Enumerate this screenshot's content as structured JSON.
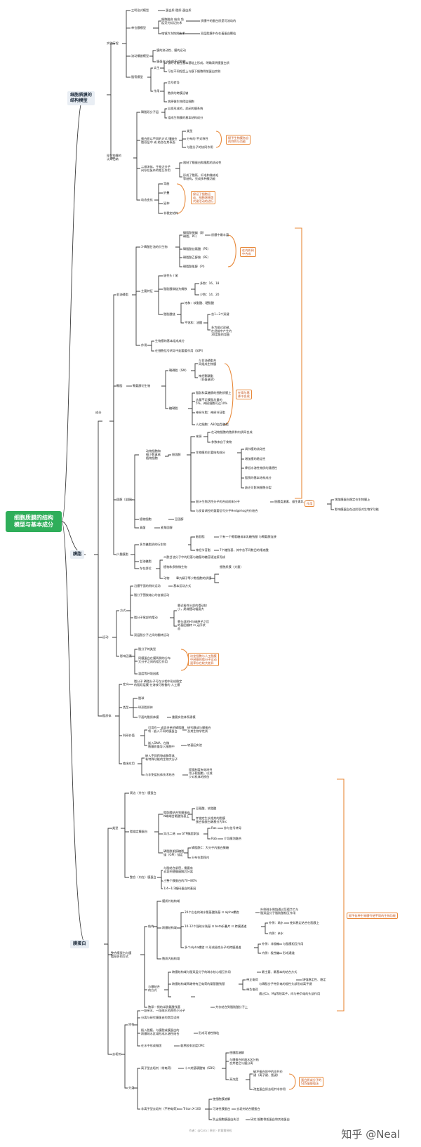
{
  "root": "细胞质膜的结构\n模型与基本成分",
  "sections": {
    "model": "细胞质膜的\n结构模型",
    "lipid": "膜脂",
    "protein": "膜蛋白"
  },
  "model": {
    "history": "实验历程",
    "h1": "三明治式模型",
    "h1a": "蛋白质-脂质-蛋白质",
    "h2": "单位膜模型",
    "h2a": "细胞融合 结合 免\n疫荧光标记技术",
    "h2a1": "质膜中的蛋白质是可流动的",
    "h2b": "电镜冷冻蚀刻技术",
    "h2b1": "双层脂膜中存在着蛋白颗粒",
    "h3": "流动镶嵌模型",
    "h3a": "膜的流动性、膜的运动",
    "h3b": "膜蛋白分布的不对称性",
    "h4": "脂筏模型",
    "h4a": "实生",
    "h4a1": "该时可能在基本基础上形成，明确表明膜蛋白质",
    "h4a2": "可在不同程度上与膜下细胞骨架蛋白交联",
    "h4b": "作用",
    "h4b1": "信号转导",
    "h4b2": "胞质的跨膜运输",
    "h4b3": "病原微生物侵染细胞",
    "current": "现生物膜的\n认知归纳",
    "c1": "磷脂双分子层",
    "c1a": "自发形成的，封闭的膜系统",
    "c1b": "组成生物膜的基本结构成分",
    "c2": "蛋白质以不同的方式 镶嵌在\n脂双层中 或 结合在其表面",
    "c2a": "类型",
    "c2b": "分布的 不对称性",
    "c2c": "与脂分子的协同作用",
    "c2note": "赋予生物膜各自\n的特性与功能",
    "c3": "二维流体，生物大分子\n间存在复杂的相互作用",
    "c3a": "限制了膜蛋白和膜脂的流动性",
    "c3b": "形成了脂筏、纤毛和微绒毛\n等结构，完成多种膜功能",
    "c4": "动态变化",
    "c4a": "弯曲",
    "c4b": "折叠",
    "c4c": "延伸",
    "c4d": "非稳定结构",
    "c4note": "保证了细胞运\n动、细胞增殖等\n代谢活动的进行"
  },
  "lipid": {
    "comp": "成分",
    "gp": "甘油磷脂",
    "gp1": "3-磷酸甘油的衍生物",
    "gp1a": "磷脂酰胆碱（卵\n磷脂，PC）",
    "gp1a1": "质膜中最丰富",
    "gp1b": "磷脂酰丝氨酸（PS）",
    "gp1c": "磷脂酰乙醇胺（PE）",
    "gp1d": "磷脂酰肌醇（PI）",
    "gp1note": "在内质网\n中合成",
    "gp2": "主要特征",
    "gp2a": "极性头 / 尾",
    "gp2b": "脂肪酸碳链为偶数",
    "gp2b1": "多数：16、18",
    "gp2b2": "少数：14、20",
    "gp2c": "脂肪酸链",
    "gp2c1": "饱和：软脂酸、硬脂酸",
    "gp2c2": "不饱和：油酸",
    "gp2c2a": "含1~2个双键",
    "gp2c2b": "多为顺式双键，\n在烃链中产生约\n30度角的弯曲",
    "gp3": "作用",
    "gp3a": "生物膜的基本组成成分",
    "gp3b": "在细胞信号转导中起重要作用（如PI）",
    "sp": "鞘脂",
    "sp1": "鞘氨醇衍生物",
    "sp1a": "鞘磷脂（SM）",
    "sp1a1": "与甘油磷脂共\n同组成生物膜",
    "sp1a2": "神经鞘磷脂\n（非蛋基质）",
    "sp1b": "糖鞘脂",
    "sp1b1": "脂肪和某糖醇的细胞质膜上",
    "sp1b2": "含量不足膜脂总量的\n5%，神经细胞可达10%",
    "sp1b3": "神经节脂：神经节苷脂",
    "sp1b4": "人红细胞：ABO血型糖脂",
    "spnote": "在高尔基\n体中合成",
    "ch": "固醇（甾醇）",
    "ch1": "动物细胞和\n微少数真核\n植物细胞",
    "ch1a": "胆固醇",
    "ch1a1": "来源",
    "ch1a1a": "在动物细胞的胞质和内质网合成",
    "ch1a1b": "参数来自于食物",
    "ch1a2": "生物膜的主要结构成分",
    "ch1a2a": "调节膜的流动性",
    "ch1a2b": "增加膜的稳定性",
    "ch1a2c": "降低水溶性物质的通透性",
    "ch1a2d": "脂筏的基本结构成分",
    "ch1a2e": "缺乏可影响细胞分裂",
    "ch1a3": "胆汁生物活性分子的合成前体分子",
    "ch1a3a": "胆酸类激素、维生素D、胆酸",
    "ch1a4": "与发育调控的重要信号分子Hedgehog共价结合",
    "ch2": "植物细胞",
    "ch2a": "豆固醇",
    "ch3": "真菌",
    "ch3a": "麦角固醇",
    "chnote": "作用",
    "chn1": "增加膜蛋白稳定在生物膜上",
    "chn2": "影响膜蛋白在边阶段对生物学功能",
    "mp": "少量膜脂",
    "mp1": "多为糖脂质的衍生物",
    "mp1a": "脑苷脂",
    "mp1a1": "只有一个葡萄糖或半乳糖残基 与鞘氨醇连接",
    "mp1b": "神经节苷脂",
    "mp1b1": "7个糖残基，其中含不同数目的唾液酸",
    "mp2": "甘油糖脂",
    "mp2a": "二酰甘油分子中的羟基与糖基的糖苷键连接而成",
    "mp3": "存在部位",
    "mp3a": "植物和多数微生物",
    "mp3a1": "细胞质膜（大量）",
    "mp3b": "动物",
    "mp3b1": "睾丸精子等少数细胞的质膜",
    "mv": "运动",
    "mv1": "方式",
    "mv1a": "沿膜平面的侧向运动",
    "mv1a1": "基本运动方式",
    "mv1b": "脂分子围绕轴心的自旋运动",
    "mv1c": "脂分子尾部的摆动",
    "mv1c1": "靠近极性头部的摆动较\n小，尾端摆动幅度大",
    "mv1c2": "靠头部的H与碳原子之后\n的基团翻转 ⊡ 无序状\n态",
    "mv1d": "双层脂分子之间的翻转运动",
    "mv2": "影响因素",
    "mv2a": "脂分子的类型",
    "mv2b": "同膜蛋白在膜两侧的分布\n大分子之间的相互作用",
    "mv2c": "温度等环境因素",
    "mvnote": "决定细胞与人工脂膜\n中经膜的脂分子运动\n速率存在较大差异",
    "lip": "脂质体",
    "lip1": "定义",
    "lip1a": "脂分子 磷脂分子可在水相中形成稳定\n的脂双层膜 在溶液可制备的 人工膜",
    "lip2": "类型",
    "lip2a": "脂球",
    "lip2b": "球形脂质体",
    "lip2c": "平面的脂质体膜",
    "lip2c1": "重要实验体系建模",
    "lip3": "科研价值",
    "lip3a": "可用作一 或混合单的磷脂膜\n将 · 嵌入不同的膜蛋白",
    "lip3a1": "研究膜或与膜蛋白\n及其生物学性质",
    "lip3b": "嵌入DNA、在微\n胞膜质量导入细胞中",
    "lip3b1": "转基因实验",
    "lip4": "临床应用",
    "lip4a": "嵌入不同药物或酶等具\n有特殊功能的生物大分子",
    "lip4b": "与非免疫抗体技术结合",
    "lip4b1": "提高制度有效地性\n用于靶细胞，以减\n少对机体的损伤"
  },
  "protein": {
    "type": "类型",
    "t1": "周边（外在）膜蛋白",
    "t2": "脂锚定膜蛋白",
    "t2a": "脂肪酸结合到膜蛋白\nN端端甘氨酸残基上",
    "t2a1": "豆蔻酸、软脂酸",
    "t2a2": "并锚定生长相关的脂膜\n蛋白锚蛋白端基分为Src",
    "t2b": "异戊二烯",
    "t2b1": "GTP酶超家族",
    "t2b1a": "Ras",
    "t2b1a1": "参与信号转导",
    "t2b1b": "Rab",
    "t2b1b1": "介导膜泡融合",
    "t2c": "磷脂酰肌醇糖脂\n锚（GPI）锚定",
    "t2c1": "磷脂酰C：大分子内蛋白聚糖",
    "t2c2": "分布在脂筏内",
    "t3": "整合（内在）膜蛋白",
    "t3a": "与脂结合紧密，需要有\n去垢剂使膜崩解后分离",
    "t3b": "占整个膜蛋白的70~80%",
    "t3c": "1/4~1/3编码蛋白的基因",
    "integ": "整合膜蛋白与膜\n脂结合的方式",
    "s1": "结构",
    "s1a": "膜质外结构域",
    "s1b": "跨膜结构域",
    "s1b1": "20个左右的疏水氨基酸残基 ⊡ alpha螺旋",
    "s1b1a": "外侧疏水侧链通过范德华力与\n脂双层分子脂肪酸相互作用",
    "s1b2": "10-12个强疏水残基 ⊡ beta折叠片 ⊡ 跨膜通道",
    "s1b2a": "外侧：疏水",
    "s1b2a1": "使其稳定结合在脂膜上",
    "s1b2b": "内侧：亲水",
    "s1b3": "多个alpha螺旋 ⊡ 形成极性分子的跨膜通道",
    "s1b3a": "外侧：非极性",
    "s1b3a1": "与脂膜相互作用",
    "s1b3b": "内侧：极性链",
    "s1b3b1": "形成通道",
    "s1c": "胞质内结构域",
    "s2": "与膜结合\n的方式",
    "s2a": "跨膜结构域与脂双层分子的疏水核心相互作用",
    "s2a1": "最主要、最基本的结合方式",
    "s2b": "跨膜结构域两端带有正电荷的氨基酸残基",
    "s2b1": "带正电荷",
    "s2b1a": "与磷脂分子带负电的极性头部形成离子键",
    "s2b1b": "增强稳定性、稳定",
    "s2b2": "带负电荷",
    "s2b2a": "通过Ca、Mg等阳离子，间与带负电的头部作用",
    "s3": "胞浆一侧的半胱氨酸残基",
    "s3a": "共价结合到脂肪酸分子上",
    "remove": "去垢剂",
    "r1": "特性",
    "r1a": "一段亲水、一段疏水的两性小分子",
    "r1b": "分离与研究膜蛋白的常用试剂",
    "r1c": "插入脂膜，与膜脂或膜蛋白的\n跨膜疏水区域形成水溶性结合",
    "r1c1": "形成可溶性微粒",
    "r1d": "在水中形成微团",
    "r1d1": "临界胶束浓度CMC",
    "r2": "分类",
    "r2a": "离子型去垢剂（带电荷）",
    "r2a1": "十二烷基磺酸钠（SDS）",
    "r2a1a": "使膜脂溶解",
    "r2a1b": "与膜蛋白的疏水区分结\n合并使之与膜分离",
    "r2a1c": "高浓度",
    "r2a1c1": "破坏蛋白质中的非共价\n键（离子键、氢键）",
    "r2a1c2": "改变蛋白质去垢并非作用",
    "r2note": "蛋白质或分子的\nSDS凝胶电泳",
    "r2b": "非离子型去垢剂（不带电荷）",
    "r2b1": "Triton X-100",
    "r2b1a": "使细胞膜溶解",
    "r2b1b": "可溶性膜蛋白",
    "r2b1b1": "去垢剂结合膜蛋白",
    "r2b1c": "防止细胞膜蛋白失活",
    "r2b1c1": "研究 细胞骨架蛋白和其他蛋白",
    "note": "赋予各种生物膜行使不同的生物功能"
  },
  "footer": "作者：@Cara  |  原创  ·  转载需授权",
  "watermark": "知乎 @Neal"
}
